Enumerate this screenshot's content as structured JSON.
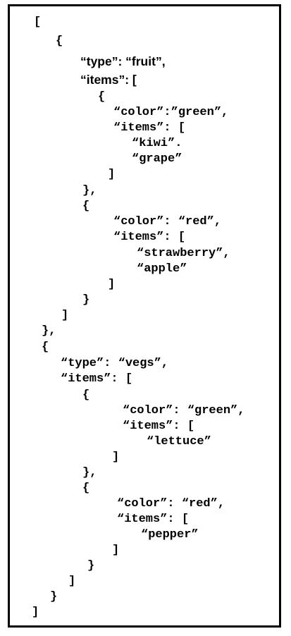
{
  "document": {
    "lines": [
      "[",
      "{",
      "“type”: “fruit”,",
      "“items”: [",
      "{",
      "“color”:”green”,",
      "“items”: [",
      "“kiwi”.",
      "“grape”",
      "]",
      "},",
      "{",
      "“color”: “red”,",
      "“items”: [",
      "“strawberry”,",
      "“apple”",
      "]",
      "}",
      "]",
      "},",
      "{",
      "“type”: “vegs”,",
      "“items”: [",
      "{",
      "“color”: “green”,",
      "“items”: [",
      "“lettuce”",
      "]",
      "},",
      "{",
      "“color”: “red”,",
      "“items”: [",
      "“pepper”",
      "]",
      "}",
      "]",
      "}",
      "]"
    ]
  }
}
